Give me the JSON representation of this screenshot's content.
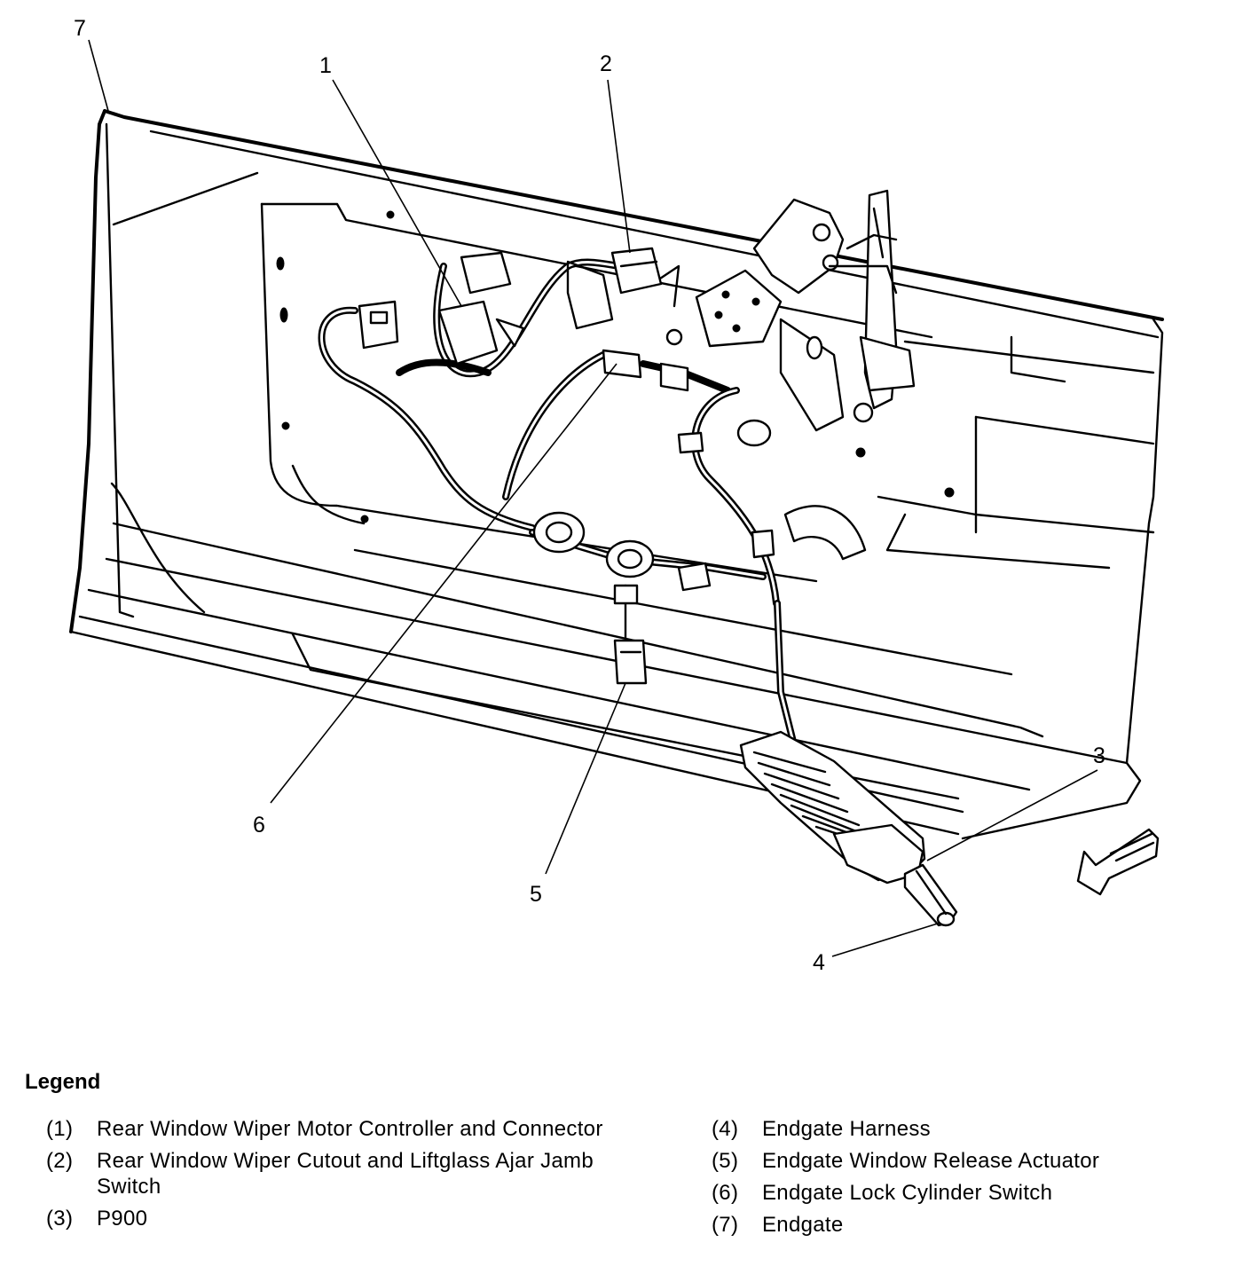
{
  "callouts": [
    "1",
    "2",
    "3",
    "4",
    "5",
    "6",
    "7"
  ],
  "legend": {
    "title": "Legend",
    "left": [
      {
        "num": "(1)",
        "text": "Rear Window Wiper Motor Controller and Connector"
      },
      {
        "num": "(2)",
        "text": "Rear Window Wiper Cutout and Liftglass Ajar Jamb Switch"
      },
      {
        "num": "(3)",
        "text": "P900"
      }
    ],
    "right": [
      {
        "num": "(4)",
        "text": "Endgate Harness"
      },
      {
        "num": "(5)",
        "text": "Endgate Window Release Actuator"
      },
      {
        "num": "(6)",
        "text": "Endgate Lock Cylinder Switch"
      },
      {
        "num": "(7)",
        "text": "Endgate"
      }
    ]
  },
  "icons": {
    "view_arrow": "view-direction-arrow-icon"
  }
}
